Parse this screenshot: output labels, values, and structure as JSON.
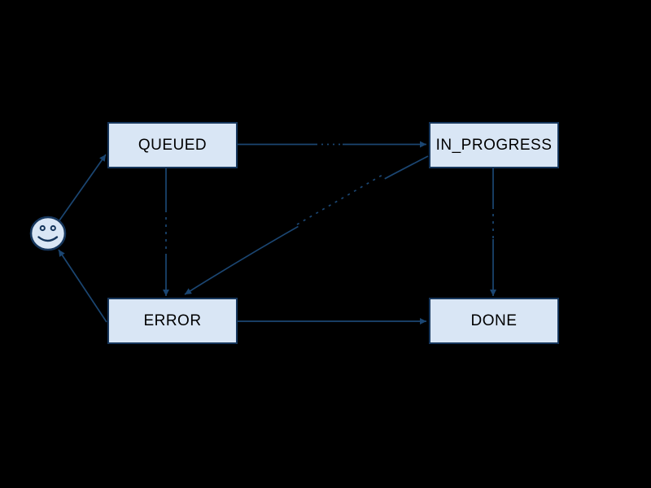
{
  "diagram": {
    "type": "state-machine",
    "background_color": "#000000",
    "node_fill_color": "#d9e6f5",
    "node_border_color": "#16365c",
    "edge_color": "#1b4672",
    "node_text_color": "#000000",
    "nodes": [
      {
        "id": "start",
        "label": "",
        "shape": "smiley-face"
      },
      {
        "id": "queued",
        "label": "QUEUED",
        "shape": "box"
      },
      {
        "id": "in_progress",
        "label": "IN_PROGRESS",
        "shape": "box"
      },
      {
        "id": "error",
        "label": "ERROR",
        "shape": "box"
      },
      {
        "id": "done",
        "label": "DONE",
        "shape": "box"
      }
    ],
    "edges": [
      {
        "from": "start",
        "to": "queued"
      },
      {
        "from": "queued",
        "to": "in_progress"
      },
      {
        "from": "queued",
        "to": "error"
      },
      {
        "from": "in_progress",
        "to": "error"
      },
      {
        "from": "in_progress",
        "to": "done"
      },
      {
        "from": "error",
        "to": "done"
      },
      {
        "from": "error",
        "to": "start"
      }
    ]
  }
}
